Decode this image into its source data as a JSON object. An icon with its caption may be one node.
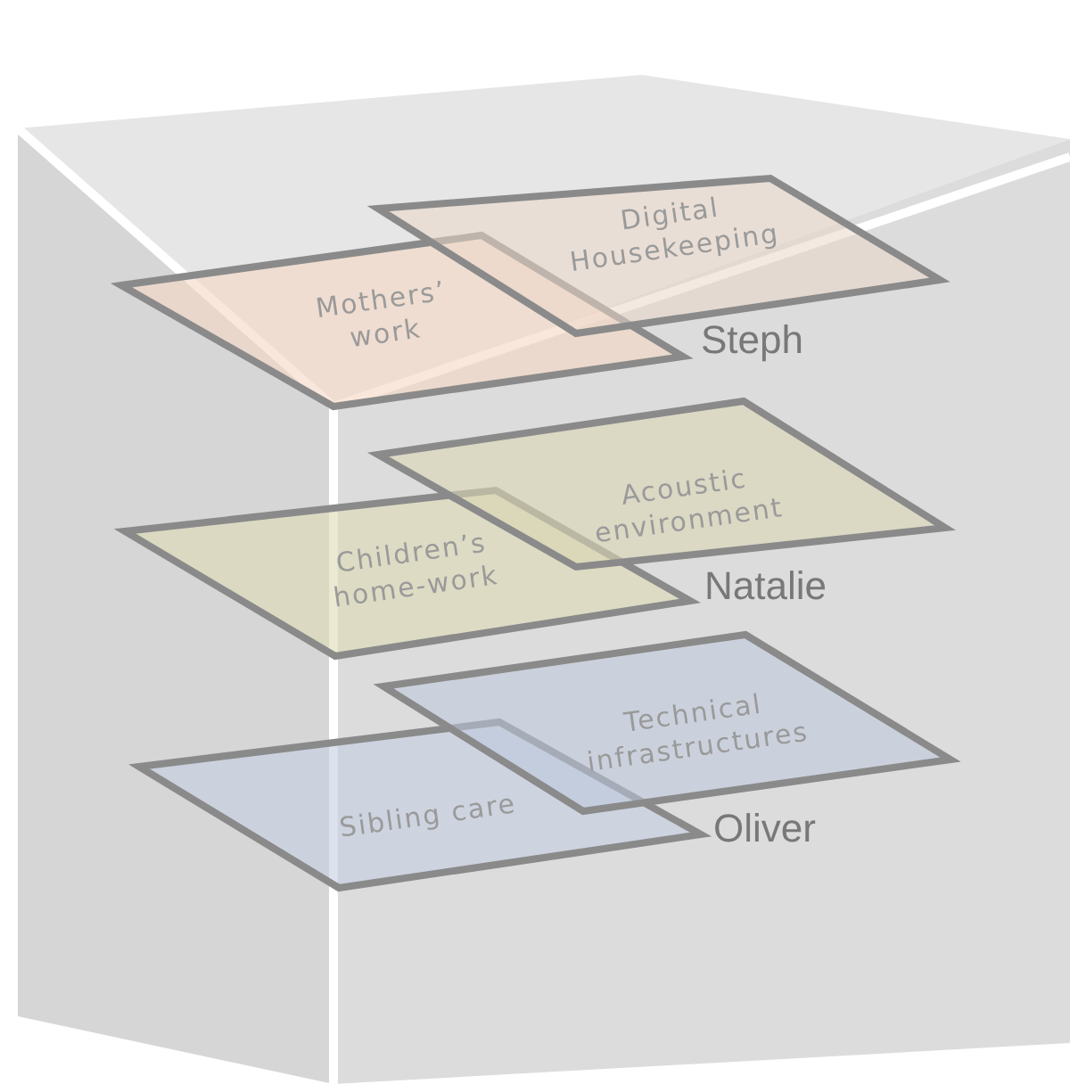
{
  "diagram": {
    "nodes": [
      {
        "text": [
          "Digital Housekeeping"
        ]
      },
      {
        "text": [
          "Mothers’ work"
        ]
      },
      {
        "text": [
          "Acoustic environment"
        ]
      },
      {
        "text": [
          "Children’s home-work"
        ]
      },
      {
        "text": [
          "Technical infrastructures"
        ]
      },
      {
        "text": [
          "Sibling care"
        ]
      }
    ],
    "edges": [],
    "labels": [
      "Steph",
      "Natalie",
      "Oliver"
    ]
  }
}
